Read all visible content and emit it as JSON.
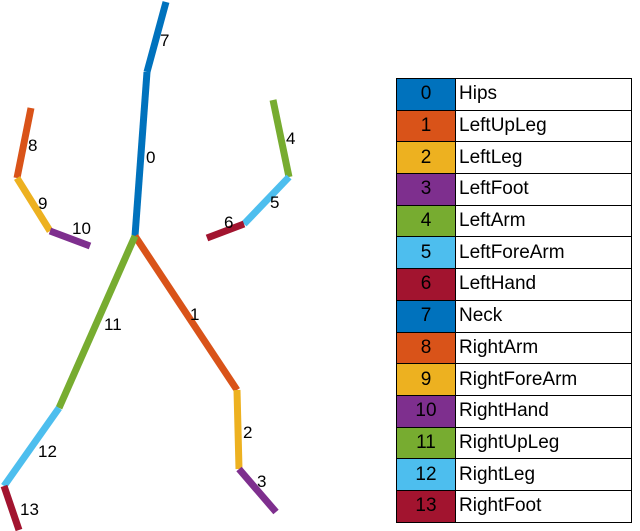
{
  "skeleton": {
    "bones": [
      {
        "id": "0",
        "name": "Hips",
        "color": "#0072BD"
      },
      {
        "id": "1",
        "name": "LeftUpLeg",
        "color": "#D95319"
      },
      {
        "id": "2",
        "name": "LeftLeg",
        "color": "#EDB120"
      },
      {
        "id": "3",
        "name": "LeftFoot",
        "color": "#7E2F8E"
      },
      {
        "id": "4",
        "name": "LeftArm",
        "color": "#77AC30"
      },
      {
        "id": "5",
        "name": "LeftForeArm",
        "color": "#4DBEEE"
      },
      {
        "id": "6",
        "name": "LeftHand",
        "color": "#A2142F"
      },
      {
        "id": "7",
        "name": "Neck",
        "color": "#0072BD"
      },
      {
        "id": "8",
        "name": "RightArm",
        "color": "#D95319"
      },
      {
        "id": "9",
        "name": "RightForeArm",
        "color": "#EDB120"
      },
      {
        "id": "10",
        "name": "RightHand",
        "color": "#7E2F8E"
      },
      {
        "id": "11",
        "name": "RightUpLeg",
        "color": "#77AC30"
      },
      {
        "id": "12",
        "name": "RightLeg",
        "color": "#4DBEEE"
      },
      {
        "id": "13",
        "name": "RightFoot",
        "color": "#A2142F"
      }
    ]
  }
}
